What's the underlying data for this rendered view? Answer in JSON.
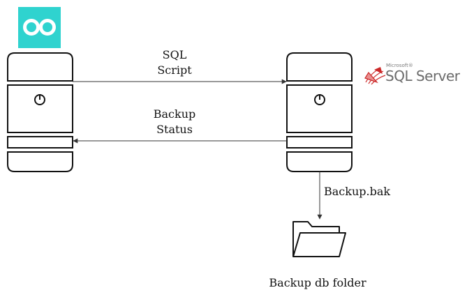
{
  "app_logo": {
    "icon": "infinity-logo-icon",
    "color": "#2fd3cf"
  },
  "client_server": {
    "icon": "server-icon"
  },
  "db_server": {
    "icon": "server-icon"
  },
  "sql_server_logo": {
    "small_text": "Microsoft®",
    "brand_text": "SQL Server",
    "colors": {
      "flag": "#cc2929",
      "text": "#6b6b6b"
    }
  },
  "edges": {
    "sql_script": {
      "line1": "SQL",
      "line2": "Script"
    },
    "backup_status": {
      "line1": "Backup",
      "line2": "Status"
    },
    "backup_file": {
      "label": "Backup.bak"
    }
  },
  "folder": {
    "icon": "folder-icon",
    "label": "Backup db folder"
  }
}
